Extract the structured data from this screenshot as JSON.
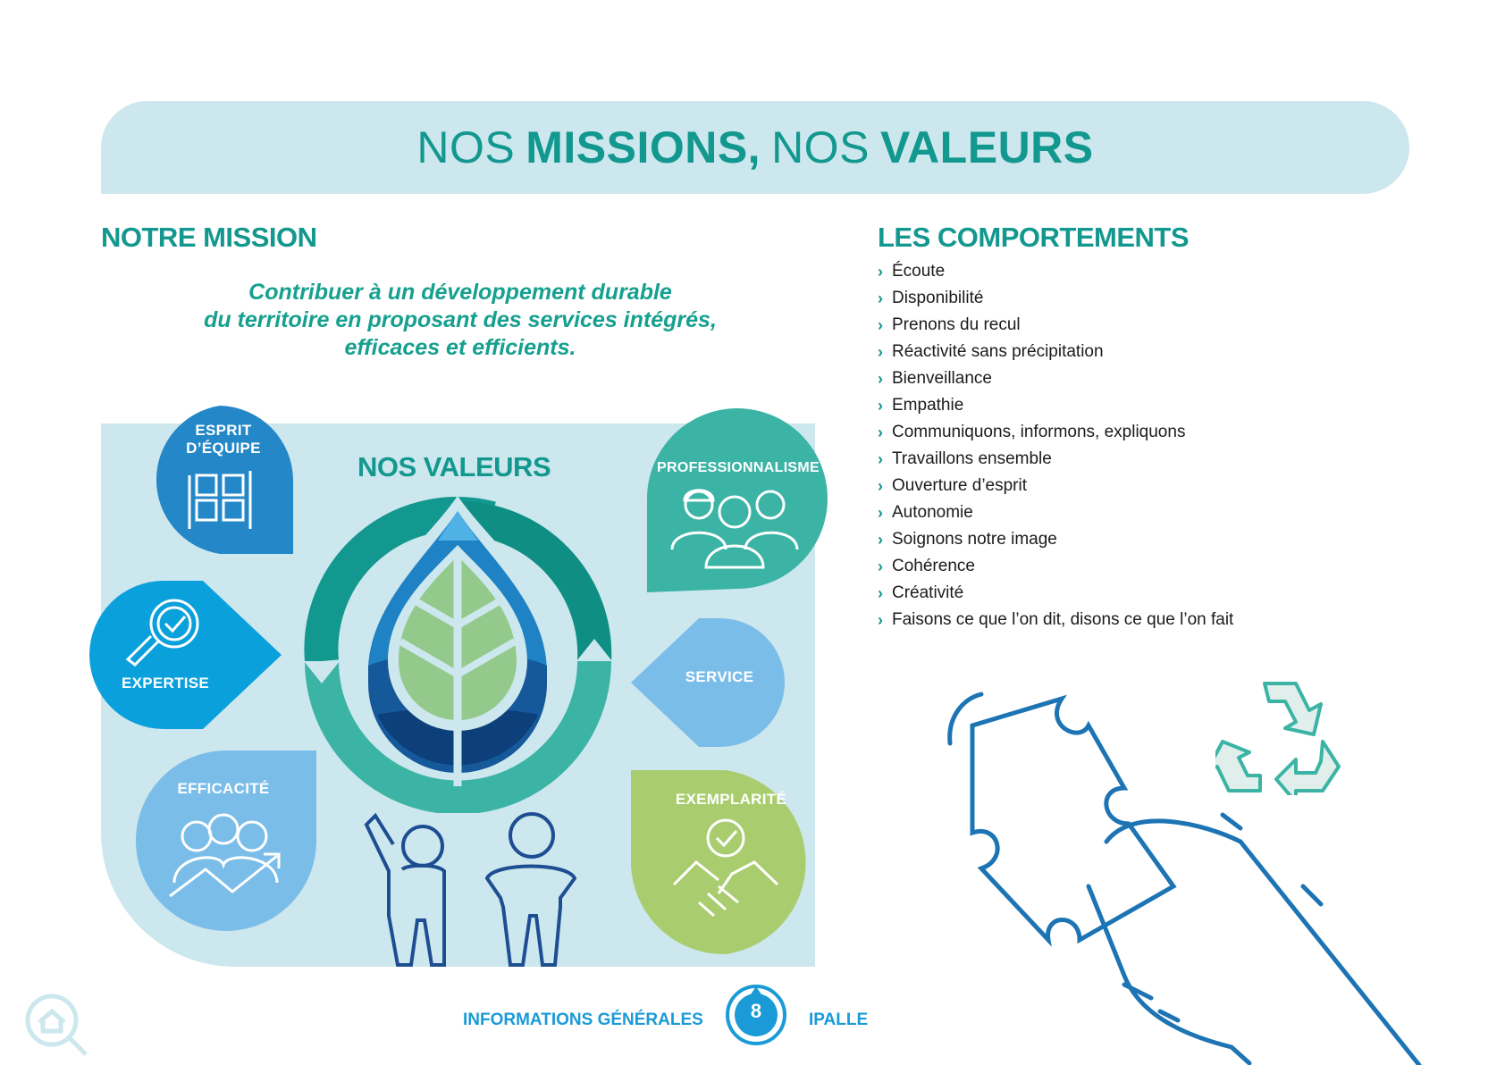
{
  "banner": {
    "part1": "NOS",
    "part2": "MISSIONS,",
    "part3": "NOS",
    "part4": "VALEURS"
  },
  "mission": {
    "heading": "NOTRE MISSION",
    "line1": "Contribuer à un développement durable",
    "line2": "du territoire en proposant des services intégrés,",
    "line3": "efficaces et efficients."
  },
  "comportements": {
    "heading": "LES COMPORTEMENTS",
    "items": [
      "Écoute",
      "Disponibilité",
      "Prenons du recul",
      "Réactivité sans précipitation",
      "Bienveillance",
      "Empathie",
      "Communiquons, informons, expliquons",
      "Travaillons ensemble",
      "Ouverture d’esprit",
      "Autonomie",
      "Soignons notre image",
      "Cohérence",
      "Créativité",
      "Faisons ce que l’on dit, disons ce que l’on fait"
    ]
  },
  "valeurs": {
    "title": "NOS VALEURS",
    "esprit_line1": "ESPRIT",
    "esprit_line2": "D’ÉQUIPE",
    "expertise": "EXPERTISE",
    "efficacite": "EFFICACITÉ",
    "professionnalisme": "PROFESSIONNALISME",
    "service": "SERVICE",
    "exemplarite": "EXEMPLARITÉ"
  },
  "footer": {
    "left": "INFORMATIONS GÉNÉRALES",
    "page": "8",
    "right": "IPALLE"
  },
  "colors": {
    "teal": "#12988e",
    "light_bg": "#cde7ee",
    "blue": "#1a9ad6",
    "dark_blue": "#2a6fae"
  },
  "icons": [
    "home-search-icon",
    "teamwork-hands-icon",
    "magnifier-check-icon",
    "group-growth-icon",
    "team-people-icon",
    "handshake-check-icon",
    "leaf-drop-icon",
    "puzzle-hand-icon",
    "recycle-icon"
  ]
}
